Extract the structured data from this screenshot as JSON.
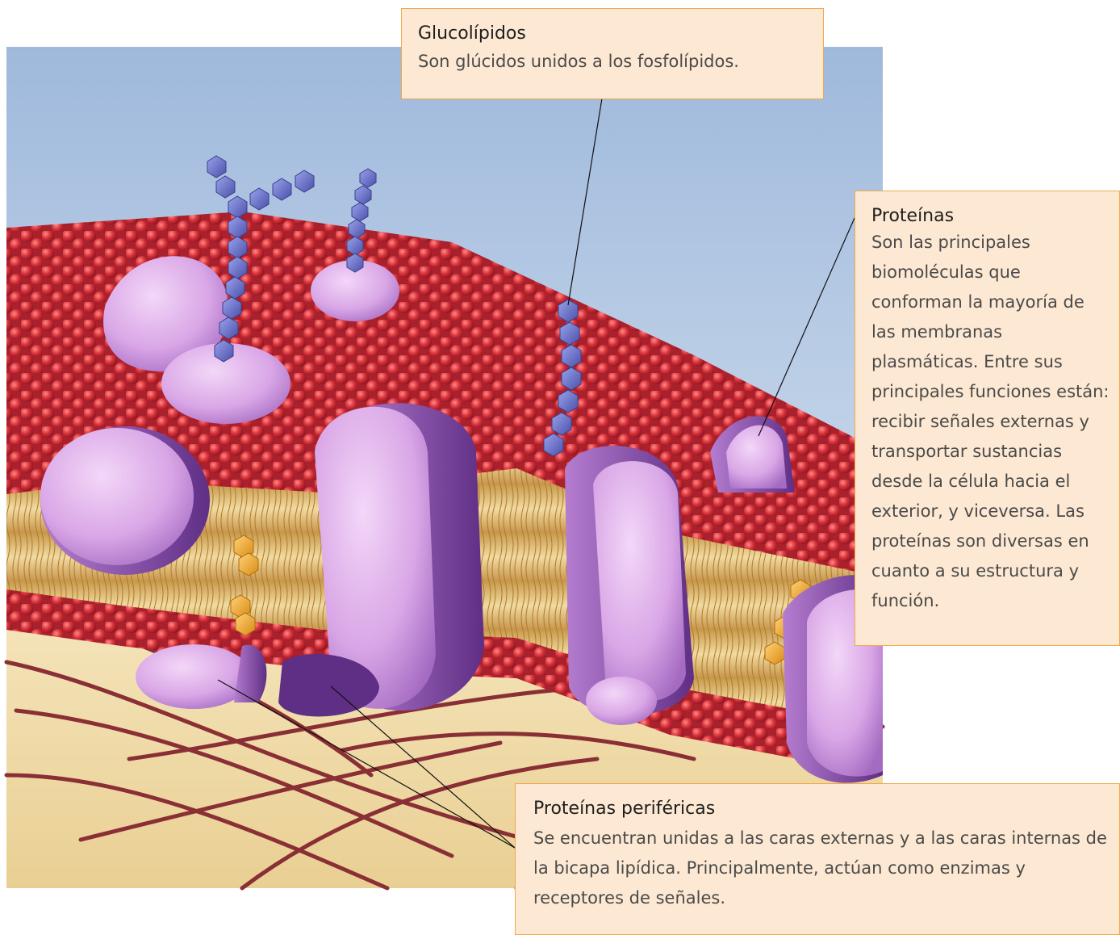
{
  "labels": {
    "glucolipidos": {
      "title": "Glucolípidos",
      "text": "Son glúcidos unidos a los fosfolípidos."
    },
    "proteinas": {
      "title": "Proteínas",
      "text": "Son las principales biomoléculas que conforman la mayoría de las membranas plasmáticas. Entre sus principales funciones están: recibir señales externas y transportar sustancias desde la célula hacia el exterior, y viceversa. Las proteínas son diversas en cuanto a su estructura y función."
    },
    "perifericas": {
      "title": "Proteínas periféricas",
      "text": "Se encuentran unidas a las caras externas y a las caras internas de la bicapa lipídica. Principalmente, actúan como enzimas y receptores de señales."
    }
  },
  "colors": {
    "sky_top": "#9fb9dc",
    "sky_bottom": "#e6eef6",
    "phosphate_head": "#d8323a",
    "lipid_tail": "#e9cf93",
    "protein": "#d9a6e6",
    "protein_shadow": "#8a4fa8",
    "sugar_chain": "#6a72c8",
    "cholesterol": "#f1a62e",
    "cytoplasm": "#f2dfae",
    "filament": "#8a2f35",
    "label_bg": "#fde9d3",
    "label_border": "#f0a94a"
  }
}
